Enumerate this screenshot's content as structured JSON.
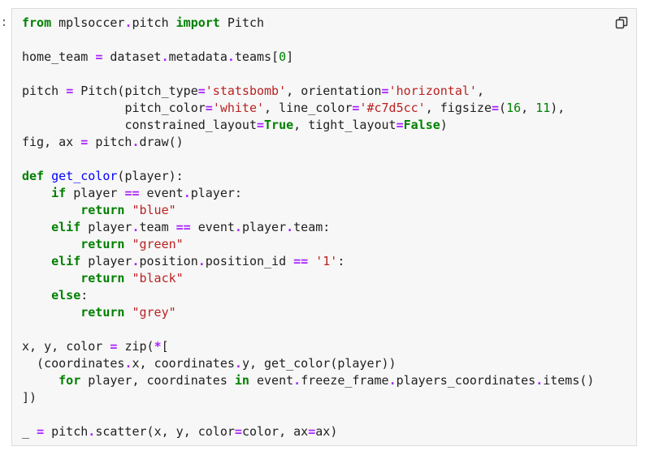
{
  "cell": {
    "prompt": ":",
    "copy_icon": "copy-icon"
  },
  "code_lines": [
    "from mplsoccer.pitch import Pitch",
    "",
    "home_team = dataset.metadata.teams[0]",
    "",
    "pitch = Pitch(pitch_type='statsbomb', orientation='horizontal',",
    "              pitch_color='white', line_color='#c7d5cc', figsize=(16, 11),",
    "              constrained_layout=True, tight_layout=False)",
    "fig, ax = pitch.draw()",
    "",
    "def get_color(player):",
    "    if player == event.player:",
    "        return \"blue\"",
    "    elif player.team == event.player.team:",
    "        return \"green\"",
    "    elif player.position.position_id == '1':",
    "        return \"black\"",
    "    else:",
    "        return \"grey\"",
    "",
    "x, y, color = zip(*[",
    "  (coordinates.x, coordinates.y, get_color(player))",
    "     for player, coordinates in event.freeze_frame.players_coordinates.items()",
    "])",
    "",
    "_ = pitch.scatter(x, y, color=color, ax=ax)"
  ]
}
